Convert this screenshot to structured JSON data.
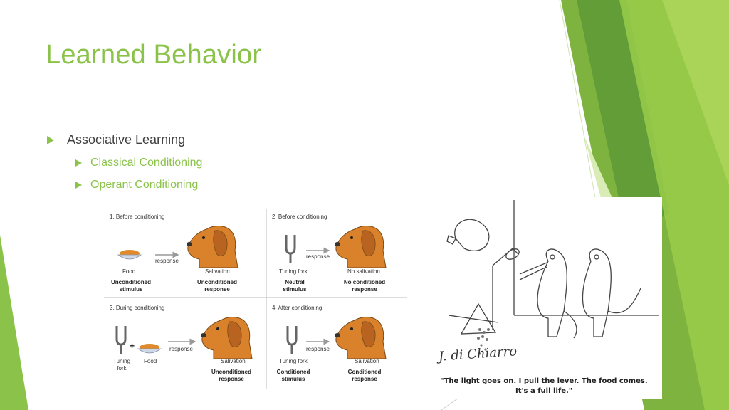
{
  "slide": {
    "title": "Learned Behavior",
    "bullets": {
      "level1": "Associative Learning",
      "level2": [
        {
          "label": "Classical Conditioning"
        },
        {
          "label": "Operant Conditioning"
        }
      ]
    }
  },
  "figure": {
    "panels": [
      {
        "label": "1. Before conditioning",
        "arrow": "response",
        "left_caption": "Food",
        "left_bold": [
          "Unconditioned",
          "stimulus"
        ],
        "right_caption": "Salivation",
        "right_bold": [
          "Unconditioned",
          "response"
        ]
      },
      {
        "label": "2. Before conditioning",
        "arrow": "response",
        "left_caption": "Tuning fork",
        "left_bold": [
          "Neutral",
          "stimulus"
        ],
        "right_caption": "No salivation",
        "right_bold": [
          "No conditioned",
          "response"
        ]
      },
      {
        "label": "3. During conditioning",
        "arrow": "response",
        "left_caption": "Tuning fork",
        "left_caption2": "Food",
        "right_caption": "Salivation",
        "right_bold": [
          "Unconditioned",
          "response"
        ]
      },
      {
        "label": "4. After conditioning",
        "arrow": "response",
        "left_caption": "Tuning fork",
        "left_bold": [
          "Conditioned",
          "stimulus"
        ],
        "right_caption": "Salivation",
        "right_bold": [
          "Conditioned",
          "response"
        ]
      }
    ]
  },
  "cartoon": {
    "signature": "J. di Chiarro",
    "caption_line1": "\"The light goes on. I pull the lever. The food comes.",
    "caption_line2": "It's a full life.\""
  },
  "colors": {
    "accent": "#8bc34a",
    "dog": "#d9822b",
    "dark_green": "#6a9f3a"
  }
}
